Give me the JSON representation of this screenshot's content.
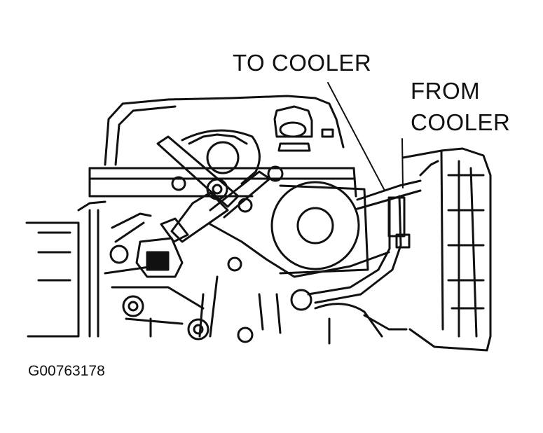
{
  "labels": {
    "to_cooler": "TO COOLER",
    "from_cooler_line1": "FROM",
    "from_cooler_line2": "COOLER"
  },
  "figure_id": "G00763178",
  "colors": {
    "ink": "#111111",
    "paper": "#ffffff"
  }
}
